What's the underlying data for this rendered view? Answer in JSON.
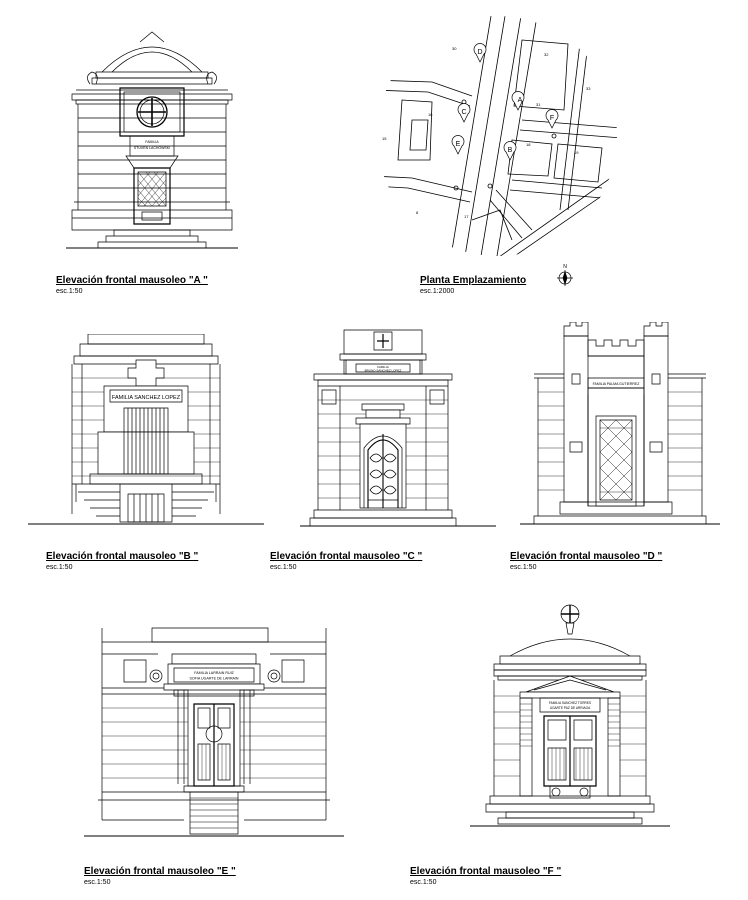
{
  "captions": {
    "a": {
      "title": "Elevación frontal mausoleo \"A \"",
      "scale": "esc.1:50"
    },
    "plan": {
      "title": "Planta Emplazamiento",
      "scale": "esc.1:2000"
    },
    "b": {
      "title": "Elevación frontal mausoleo \"B \"",
      "scale": "esc.1:50"
    },
    "c": {
      "title": "Elevación frontal mausoleo \"C \"",
      "scale": "esc.1:50"
    },
    "d": {
      "title": "Elevación frontal mausoleo \"D \"",
      "scale": "esc.1:50"
    },
    "e": {
      "title": "Elevación frontal mausoleo \"E \"",
      "scale": "esc.1:50"
    },
    "f": {
      "title": "Elevación frontal mausoleo \"F \"",
      "scale": "esc.1:50"
    }
  },
  "inscriptions": {
    "a_line1": "FAMILIA",
    "a_line2": "STUVEN LACHOWSKI",
    "b": "FAMILIA SANCHEZ LOPEZ",
    "c_line1": "FAMILIA",
    "c_line2": "BRUNO SANCHEZ LOPEZ",
    "d": "FAMILIA PALMA GUTIERREZ",
    "e_line1": "FAMILIA LARRAIN RUIZ",
    "e_line2": "SOFIA UGARTE DE LARRAIN",
    "f_line1": "FAMILIA SANCHEZ TORRES",
    "f_line2": "UGARTE PAZ DE ARRIAGA"
  },
  "plan": {
    "markers": [
      "A",
      "B",
      "C",
      "D",
      "E",
      "F"
    ],
    "block_numbers": [
      "30",
      "32",
      "33",
      "31",
      "16",
      "15",
      "18",
      "19",
      "8",
      "17"
    ],
    "north_label": "N"
  }
}
